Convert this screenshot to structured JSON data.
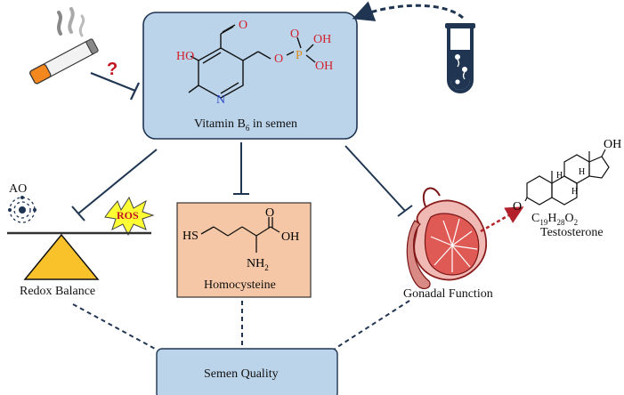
{
  "vitamin_box": {
    "label_main": "Vitamin B",
    "label_sub": "6",
    "label_tail": " in semen",
    "atoms": {
      "ho": "HO",
      "o_ald": "O",
      "o_link": "O",
      "p": "P",
      "oh1": "OH",
      "oh2": "OH",
      "n": "N"
    }
  },
  "question_mark": "?",
  "redox": {
    "ao": "AO",
    "ros": "ROS",
    "label": "Redox Balance"
  },
  "homocysteine": {
    "hs": "HS",
    "oh": "OH",
    "o": "O",
    "nh": "NH",
    "nh_sub": "2",
    "label": "Homocysteine"
  },
  "gonadal": {
    "label": "Gonadal Function"
  },
  "testosterone": {
    "label": "Testosterone",
    "oh": "OH",
    "o": "O",
    "h": "H",
    "formula": [
      "C",
      "19",
      "H",
      "28",
      "O",
      "2"
    ]
  },
  "semen_quality": {
    "label": "Semen Quality"
  },
  "colors": {
    "box_blue": "#bcd4ea",
    "box_peach": "#f5c7a6",
    "triangle": "#f9c22b",
    "ros_yellow": "#ffff33",
    "red_atom": "#d2222d",
    "blue_atom": "#2a49c9",
    "navy": "#1f3552"
  }
}
